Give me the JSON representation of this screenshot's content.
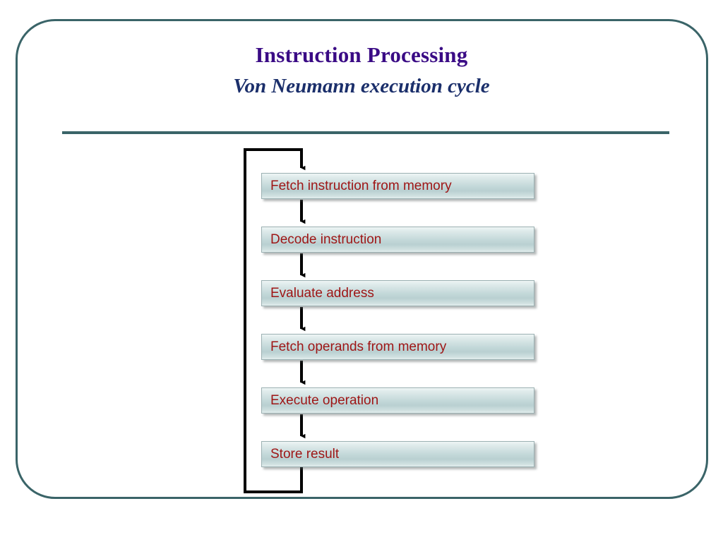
{
  "slide": {
    "title": "Instruction Processing",
    "subtitle": "Von Neumann execution cycle",
    "title_color": "#3a0b85",
    "subtitle_color": "#1b2f6b",
    "frame_color": "#3a6468",
    "rule_color": "#3a6468",
    "background_color": "#ffffff"
  },
  "diagram": {
    "type": "flowchart",
    "orientation": "vertical",
    "step_text_color": "#9e1515",
    "step_fill_top": "#eef5f5",
    "step_fill_mid": "#b9d0d1",
    "connector_color": "#000000",
    "steps": [
      {
        "label": "Fetch instruction from memory"
      },
      {
        "label": "Decode instruction"
      },
      {
        "label": "Evaluate address"
      },
      {
        "label": "Fetch operands from memory"
      },
      {
        "label": "Execute operation"
      },
      {
        "label": "Store result"
      }
    ],
    "feedback_loop": {
      "from_step": "Store result",
      "to_step": "Fetch instruction from memory",
      "description": "loop back to start"
    }
  }
}
